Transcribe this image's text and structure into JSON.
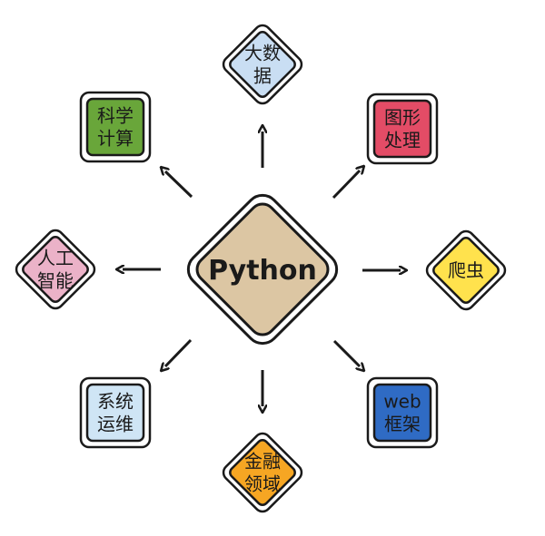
{
  "center": {
    "label": "Python",
    "color": "#dcc6a3"
  },
  "nodes": [
    {
      "id": "big-data",
      "lines": [
        "大数",
        "据"
      ],
      "color": "#c9def3",
      "shape": "diamond"
    },
    {
      "id": "image-processing",
      "lines": [
        "图形",
        "处理"
      ],
      "color": "#e34c66",
      "shape": "square"
    },
    {
      "id": "crawler",
      "lines": [
        "爬虫"
      ],
      "color": "#ffe24d",
      "shape": "diamond"
    },
    {
      "id": "web-framework",
      "lines": [
        "web",
        "框架"
      ],
      "color": "#2f6bc4",
      "shape": "square"
    },
    {
      "id": "finance",
      "lines": [
        "金融",
        "领域"
      ],
      "color": "#f6a623",
      "shape": "diamond"
    },
    {
      "id": "ops",
      "lines": [
        "系统",
        "运维"
      ],
      "color": "#cfe5f5",
      "shape": "square"
    },
    {
      "id": "ai",
      "lines": [
        "人工",
        "智能"
      ],
      "color": "#ebb2c8",
      "shape": "diamond"
    },
    {
      "id": "science",
      "lines": [
        "科学",
        "计算"
      ],
      "color": "#69a63a",
      "shape": "square"
    }
  ]
}
